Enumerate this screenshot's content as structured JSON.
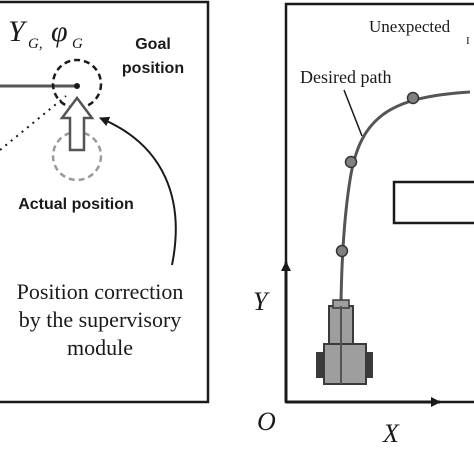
{
  "left_panel": {
    "goal_symbol": "Y",
    "goal_subscript_g": "G,",
    "goal_phi": "φ",
    "goal_phi_subscript": "G",
    "goal_label_line1": "Goal",
    "goal_label_line2": "position",
    "actual_label": "Actual position",
    "correction_line1": "Position correction",
    "correction_line2": "by the supervisory",
    "correction_line3": "module"
  },
  "right_panel": {
    "unexpected_label": "Unexpected",
    "unexpected_fragment": "I",
    "desired_path_label": "Desired path",
    "axis_y": "Y",
    "axis_x": "X",
    "origin": "O"
  },
  "colors": {
    "line": "#1a1a1a",
    "path": "#555555",
    "waypoint": "#808080",
    "robot_body": "#9e9e9e",
    "robot_dark": "#3a3a3a",
    "actual_circle": "#9a9a9a"
  }
}
